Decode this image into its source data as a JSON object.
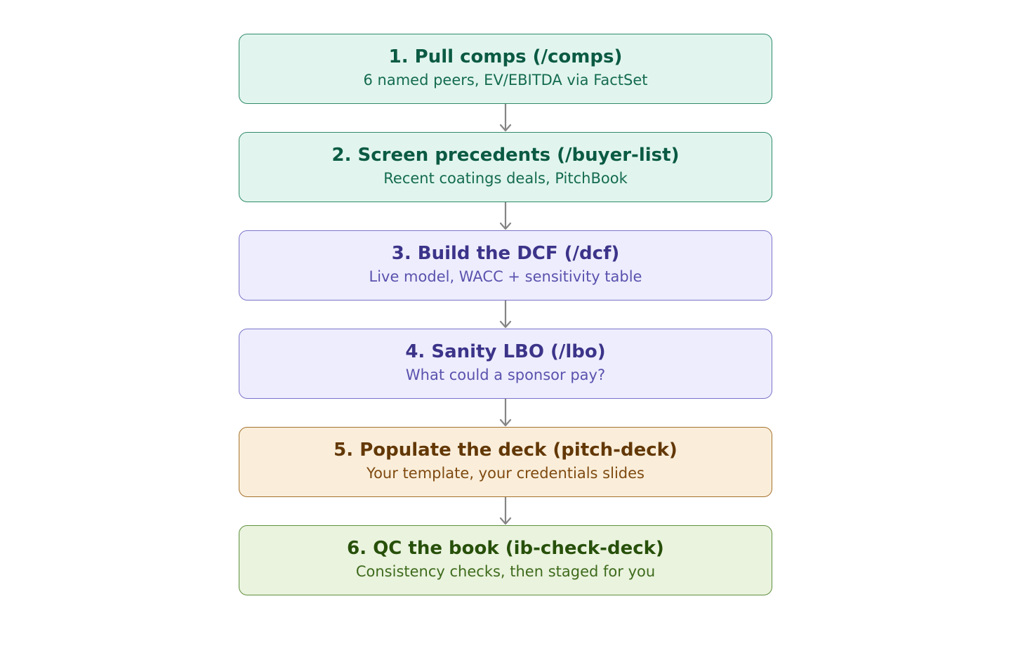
{
  "steps": [
    {
      "title": "1. Pull comps (/comps)",
      "subtitle": "6 named peers, EV/EBITDA via FactSet",
      "theme": "teal"
    },
    {
      "title": "2. Screen precedents (/buyer-list)",
      "subtitle": "Recent coatings deals, PitchBook",
      "theme": "teal"
    },
    {
      "title": "3. Build the DCF (/dcf)",
      "subtitle": "Live model, WACC + sensitivity table",
      "theme": "purple"
    },
    {
      "title": "4. Sanity LBO (/lbo)",
      "subtitle": "What could a sponsor pay?",
      "theme": "purple"
    },
    {
      "title": "5. Populate the deck (pitch-deck)",
      "subtitle": "Your template, your credentials slides",
      "theme": "amber"
    },
    {
      "title": "6. QC the book (ib-check-deck)",
      "subtitle": "Consistency checks, then staged for you",
      "theme": "green"
    }
  ],
  "themes": {
    "teal": {
      "fill": "#e1f5ee",
      "border": "#2f8a68",
      "title": "#0b5a43",
      "subtitle": "#156b50"
    },
    "purple": {
      "fill": "#eeedfe",
      "border": "#7a74c8",
      "title": "#3c3489",
      "subtitle": "#5a52ad"
    },
    "amber": {
      "fill": "#faeeda",
      "border": "#a4712c",
      "title": "#633806",
      "subtitle": "#7f4a10"
    },
    "green": {
      "fill": "#eaf3de",
      "border": "#5f8f3e",
      "title": "#27500a",
      "subtitle": "#3e6b1c"
    }
  },
  "connector_color": "#858585"
}
